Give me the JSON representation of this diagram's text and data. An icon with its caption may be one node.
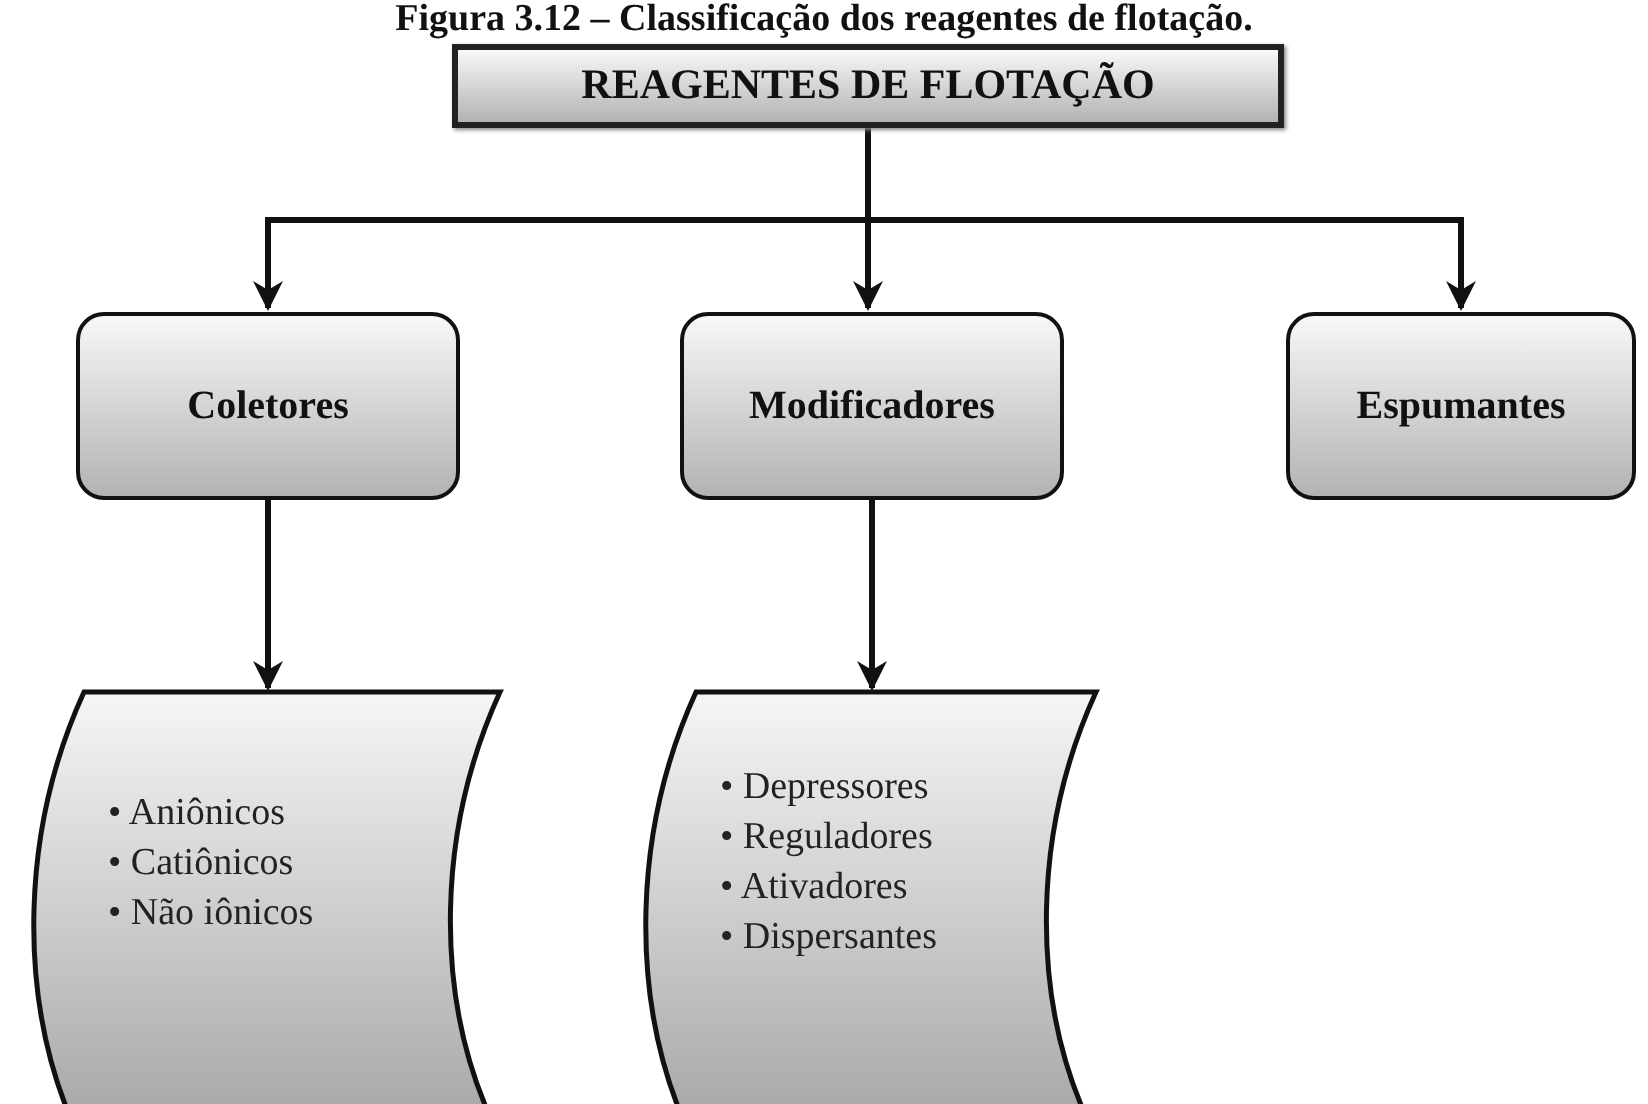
{
  "diagram": {
    "title": "Figura 3.12 – Classificação dos reagentes de flotação.",
    "nodes": [
      {
        "text": [
          "REAGENTES DE FLOTAÇÃO"
        ]
      },
      {
        "text": [
          "Coletores"
        ]
      },
      {
        "text": [
          "Modificadores"
        ]
      },
      {
        "text": [
          "Espumantes"
        ]
      },
      {
        "text": [
          "• Aniônicos",
          "• Catiônicos",
          "• Não iônicos"
        ]
      },
      {
        "text": [
          "• Depressores",
          "• Reguladores",
          "• Ativadores",
          "• Dispersantes"
        ]
      }
    ],
    "edges": [
      {
        "from": 0,
        "to": 1,
        "arrow": "to"
      },
      {
        "from": 0,
        "to": 2,
        "arrow": "to"
      },
      {
        "from": 0,
        "to": 3,
        "arrow": "to"
      },
      {
        "from": 1,
        "to": 4,
        "arrow": "to"
      },
      {
        "from": 2,
        "to": 5,
        "arrow": "to"
      }
    ]
  }
}
